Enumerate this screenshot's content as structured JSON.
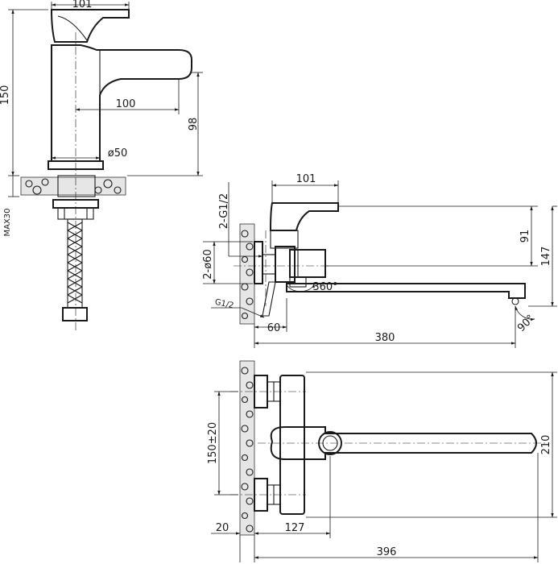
{
  "drawing": {
    "basin_faucet": {
      "top_width": "101",
      "spout_reach": "100",
      "total_height": "150",
      "spout_height": "98",
      "base_diameter": "ø50",
      "max_thickness": "MAX30"
    },
    "bath_mixer_side": {
      "body_width": "101",
      "connection": "2-G1/2",
      "hose_connection": "G1/2",
      "escutcheon": "2-ø60",
      "rotation": "360°",
      "height_upper": "91",
      "height_total": "147",
      "wall_offset": "60",
      "spout_length": "380",
      "outlet_angle": "90°"
    },
    "bath_mixer_top": {
      "center_distance": "150±20",
      "total_width": "210",
      "wall_gap": "20",
      "body_depth": "127",
      "total_length": "396"
    }
  }
}
